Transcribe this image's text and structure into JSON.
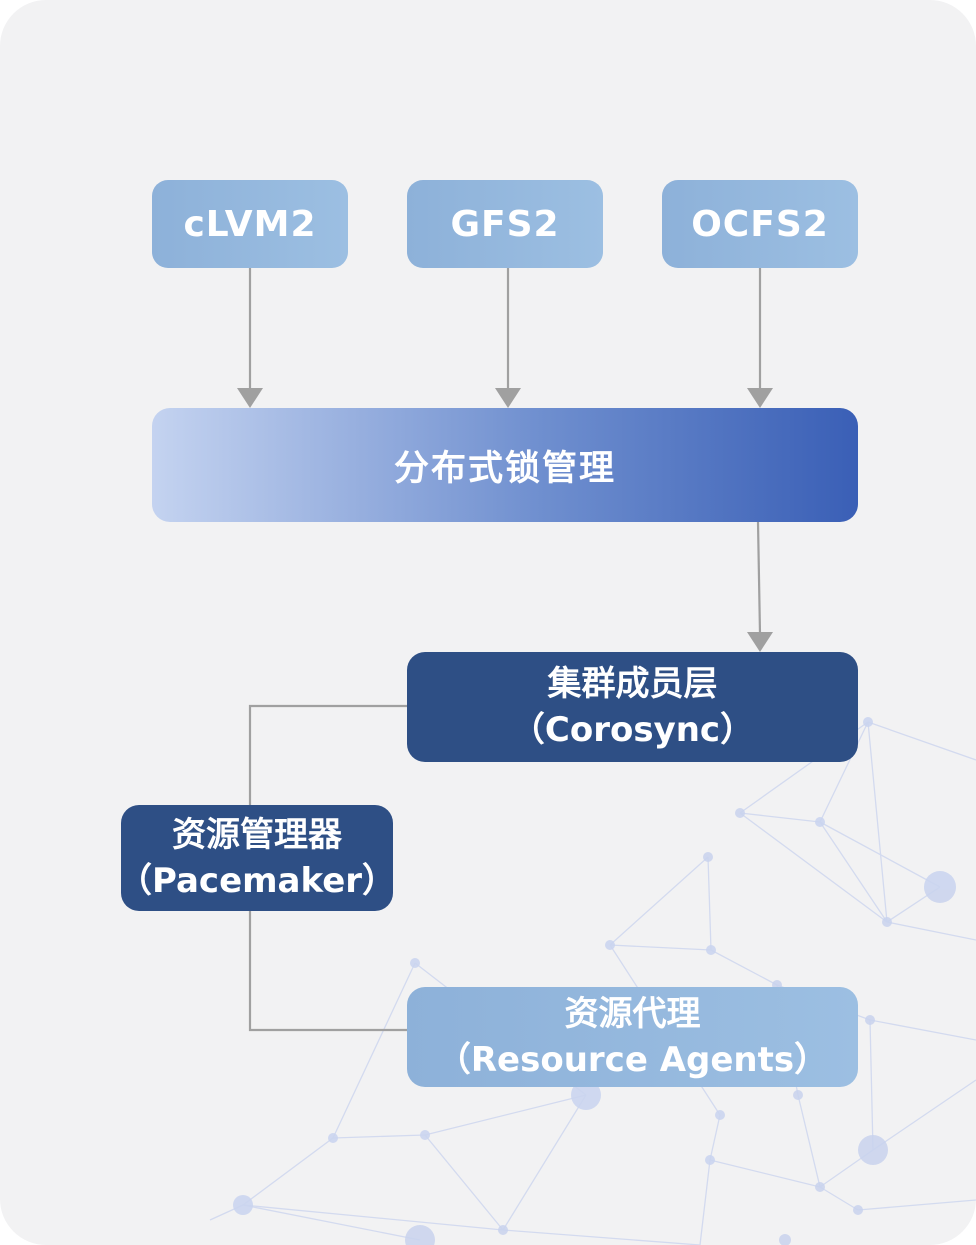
{
  "nodes": {
    "clvm2": "cLVM2",
    "gfs2": "GFS2",
    "ocfs2": "OCFS2",
    "lock_manager": "分布式锁管理",
    "membership": {
      "line1": "集群成员层",
      "line2": "（Corosync）"
    },
    "resource_manager": {
      "line1": "资源管理器",
      "line2": "（Pacemaker）"
    },
    "resource_agents": {
      "line1": "资源代理",
      "line2": "（Resource Agents）"
    }
  },
  "colors": {
    "card_background": "#f2f2f3",
    "light_box": "#94b8de",
    "dark_box": "#2e4f85",
    "gradient_start": "#c4d3f0",
    "gradient_end": "#3a5fb6",
    "connector": "#9e9e9e",
    "network_decoration": "#c9d3ee"
  }
}
